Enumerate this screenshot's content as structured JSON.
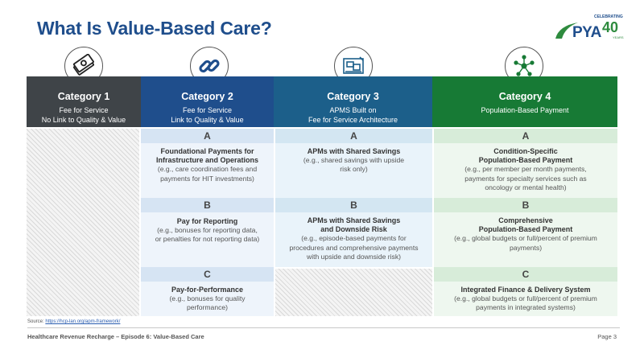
{
  "title": "What Is Value-Based Care?",
  "logo": {
    "celebrating": "CELEBRATING",
    "brand": "PYA",
    "number": "40",
    "years": "YEARS"
  },
  "colors": {
    "cat1": "#3f4448",
    "cat2": "#1f4e8c",
    "cat3": "#1c5f8a",
    "cat4": "#177a35"
  },
  "icons": [
    "money-icon",
    "chain-link-icon",
    "blueprint-icon",
    "network-icon"
  ],
  "categories": [
    {
      "name": "Category 1",
      "sub1": "Fee for Service",
      "sub2": "No Link to Quality & Value"
    },
    {
      "name": "Category 2",
      "sub1": "Fee for Service",
      "sub2": "Link to Quality & Value"
    },
    {
      "name": "Category 3",
      "sub1": "APMS Built on",
      "sub2": "Fee for Service Architecture"
    },
    {
      "name": "Category 4",
      "sub1": "Population-Based Payment",
      "sub2": ""
    }
  ],
  "cat2": {
    "a": {
      "letter": "A",
      "bold1": "Foundational Payments for",
      "bold2": "Infrastructure and Operations",
      "l1": "(e.g., care coordination fees and",
      "l2": "payments for HIT investments)"
    },
    "b": {
      "letter": "B",
      "bold1": "Pay for Reporting",
      "l1": "(e.g., bonuses for reporting data,",
      "l2": "or penalties for not reporting data)"
    },
    "c": {
      "letter": "C",
      "bold1": "Pay-for-Performance",
      "l1": "(e.g., bonuses for quality",
      "l2": "performance)"
    }
  },
  "cat3": {
    "a": {
      "letter": "A",
      "bold1": "APMs with Shared Savings",
      "l1": "(e.g., shared savings with upside",
      "l2": "risk only)"
    },
    "b": {
      "letter": "B",
      "bold1": "APMs with Shared Savings",
      "bold2": "and Downside Risk",
      "l1": "(e.g., episode-based payments for",
      "l2": "procedures and comprehensive payments",
      "l3": "with upside and downside risk)"
    }
  },
  "cat4": {
    "a": {
      "letter": "A",
      "bold1": "Condition-Specific",
      "bold2": "Population-Based Payment",
      "l1": "(e.g., per member per month payments,",
      "l2": "payments for specialty services such as",
      "l3": "oncology or mental health)"
    },
    "b": {
      "letter": "B",
      "bold1": "Comprehensive",
      "bold2": "Population-Based Payment",
      "l1": "(e.g., global budgets or full/percent of premium",
      "l2": "payments)"
    },
    "c": {
      "letter": "C",
      "bold1": "Integrated Finance & Delivery System",
      "l1": "(e.g., global budgets or full/percent of premium",
      "l2": "payments in integrated systems)"
    }
  },
  "source": {
    "label": "Source:",
    "link": "https://hcp-lan.org/apm-framework/"
  },
  "footer": {
    "left": "Healthcare Revenue Recharge – Episode 6: Value-Based Care",
    "right": "Page 3"
  }
}
